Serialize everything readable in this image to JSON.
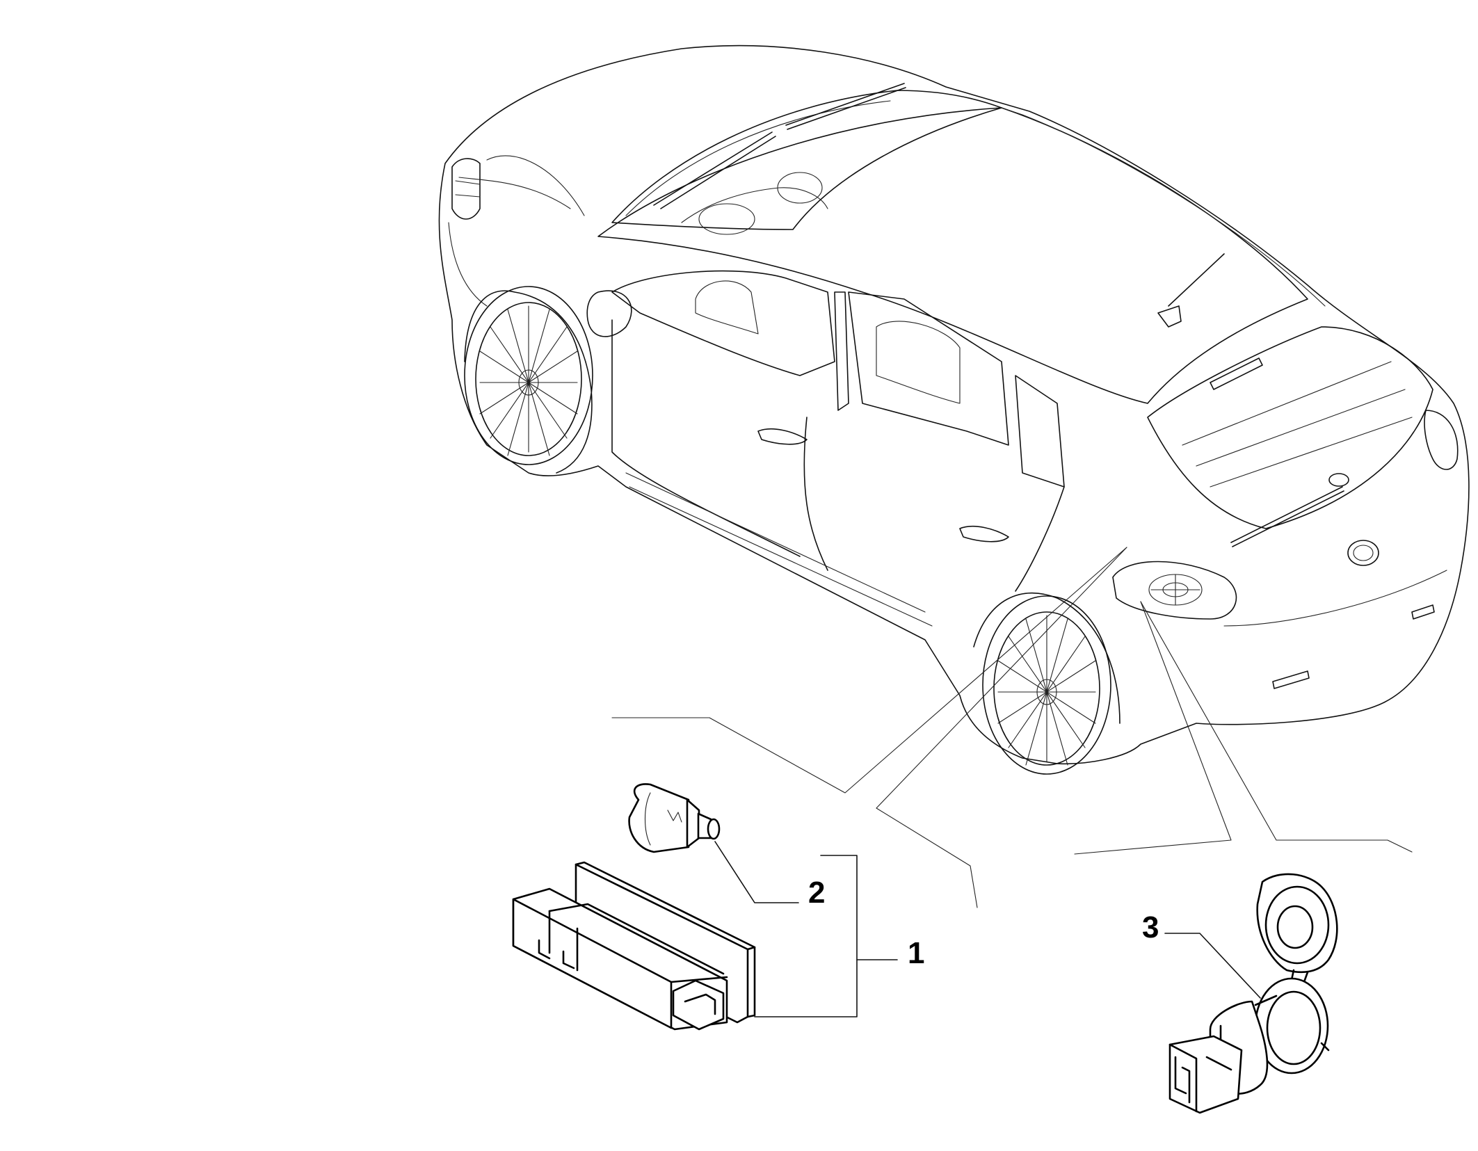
{
  "callouts": {
    "part_1": "1",
    "part_2": "2",
    "part_3": "3"
  },
  "colors": {
    "line": "#111111",
    "background": "#ffffff"
  }
}
